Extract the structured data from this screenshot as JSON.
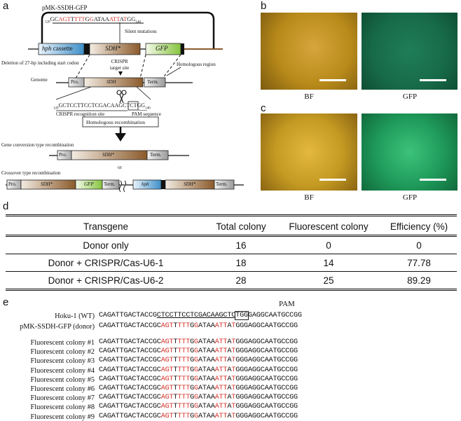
{
  "panel_a": {
    "letter": "a",
    "plasmid_name": "pMK-SSDH-GFP",
    "plasmid_seq_start": "120",
    "plasmid_seq": [
      {
        "t": "GC",
        "red": false
      },
      {
        "t": "AGT",
        "red": true
      },
      {
        "t": "T",
        "red": false
      },
      {
        "t": "TTT",
        "red": true
      },
      {
        "t": "G",
        "red": false
      },
      {
        "t": "G",
        "red": true
      },
      {
        "t": "ATAA",
        "red": false
      },
      {
        "t": "ATT",
        "red": true
      },
      {
        "t": "A",
        "red": false
      },
      {
        "t": "T",
        "red": true
      },
      {
        "t": "GG",
        "red": false
      }
    ],
    "plasmid_seq_end": "140",
    "silent_mutations": "Silent mutations",
    "hph_italic": "hph",
    "cassette": "cassette",
    "sdh_star": "SDH*",
    "gfp": "GFP",
    "deletion_label": "Deletion of 27-bp including start codon",
    "crispr_target": "CRISPR\ntarget site",
    "homologous_region": "Homologous region",
    "genome": "Genome",
    "pro": "Pro.",
    "sdh": "SDH",
    "term": "Term.",
    "recog_start": "120",
    "recog_seq": "GCTCCTTCCTCGACAAGCTC",
    "recog_pam": "TGG",
    "recog_end": "140",
    "crispr_recognition_site": "CRISPR recognition site",
    "pam_sequence": "PAM sequence",
    "homologous_recombination": "Homologous recombination",
    "gene_conversion": "Gene conversion type recombination",
    "or": "or",
    "crossover": "Crossover type recombination",
    "hph": "hph",
    "term2": "Term."
  },
  "panel_b": {
    "letter": "b",
    "bf": "BF",
    "gfp": "GFP"
  },
  "panel_c": {
    "letter": "c",
    "bf": "BF",
    "gfp": "GFP"
  },
  "panel_d": {
    "letter": "d",
    "headers": [
      "Transgene",
      "Total colony",
      "Fluorescent colony",
      "Efficiency (%)"
    ],
    "rows": [
      [
        "Donor only",
        "16",
        "0",
        "0"
      ],
      [
        "Donor + CRISPR/Cas-U6-1",
        "18",
        "14",
        "77.78"
      ],
      [
        "Donor + CRISPR/Cas-U6-2",
        "28",
        "25",
        "89.29"
      ]
    ]
  },
  "panel_e": {
    "letter": "e",
    "pam_label": "PAM",
    "wt_label": "Hoku-1 (WT)",
    "wt_seq": {
      "pre": "CAGATTGACTACCG",
      "under": "CTCCTTCCTCGACAAGCTC",
      "pam": "TGG",
      "post": "GAGGCAATGCCGG"
    },
    "donor_label": "pMK-SSDH-GFP (donor)",
    "mut_seq": [
      {
        "t": "CAGATTGACTACCGC",
        "red": false
      },
      {
        "t": "AGT",
        "red": true
      },
      {
        "t": "T",
        "red": false
      },
      {
        "t": "TTT",
        "red": true
      },
      {
        "t": "G",
        "red": false
      },
      {
        "t": "G",
        "red": true
      },
      {
        "t": "ATAA",
        "red": false
      },
      {
        "t": "ATT",
        "red": true
      },
      {
        "t": "A",
        "red": false
      },
      {
        "t": "T",
        "red": true
      },
      {
        "t": "GGGAGGCAATGCCGG",
        "red": false
      }
    ],
    "colonies": [
      "Fluorescent colony #1",
      "Fluorescent colony #2",
      "Fluorescent colony #3",
      "Fluorescent colony #4",
      "Fluorescent colony #5",
      "Fluorescent colony #6",
      "Fluorescent colony #7",
      "Fluorescent colony #8",
      "Fluorescent colony #9"
    ]
  },
  "colors": {
    "mutation_red": "#d6322a",
    "hph_blue": "#3e8fc8",
    "gfp_green": "#86c43f",
    "sdh_brown": "#8b5a2b",
    "bf_amber": "#b88a1a",
    "gfp_fluor": "#1f9a5a"
  }
}
